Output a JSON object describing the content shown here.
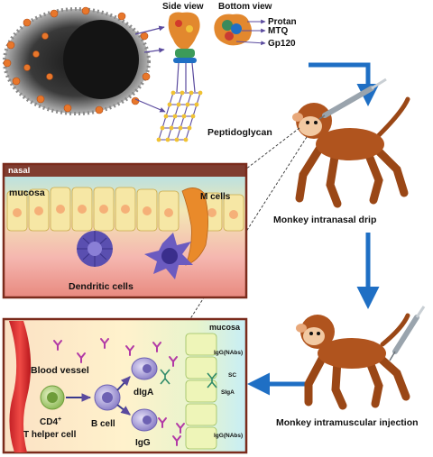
{
  "header": {
    "side_view": "Side view",
    "bottom_view": "Bottom view"
  },
  "protein_labels": {
    "protan": "Protan",
    "mtq": "MTQ",
    "gp120": "Gp120",
    "peptidoglycan": "Peptidoglycan"
  },
  "nasal_panel": {
    "nasal": "nasal",
    "mucosa": "mucosa",
    "m_cells": "M cells",
    "dendritic_cells": "Dendritic cells"
  },
  "monkeys": {
    "intranasal": "Monkey intranasal drip",
    "intramuscular": "Monkey intramuscular injection"
  },
  "immune_panel": {
    "mucosa": "mucosa",
    "blood_vessel": "Blood vessel",
    "cd4_main": "CD4",
    "cd4_sup": "+",
    "t_helper": "T helper cell",
    "b_cell": "B cell",
    "digA": "dIgA",
    "igG": "IgG",
    "igG_nabs_top": "IgG(NAbs)",
    "sc": "SC",
    "sigA": "SIgA",
    "igG_nabs_bottom": "IgG(NAbs)"
  },
  "colors": {
    "arrow_blue": "#1f6fc4",
    "monkey_brown": "#b0541e",
    "panel_border": "#7a2b1c"
  }
}
